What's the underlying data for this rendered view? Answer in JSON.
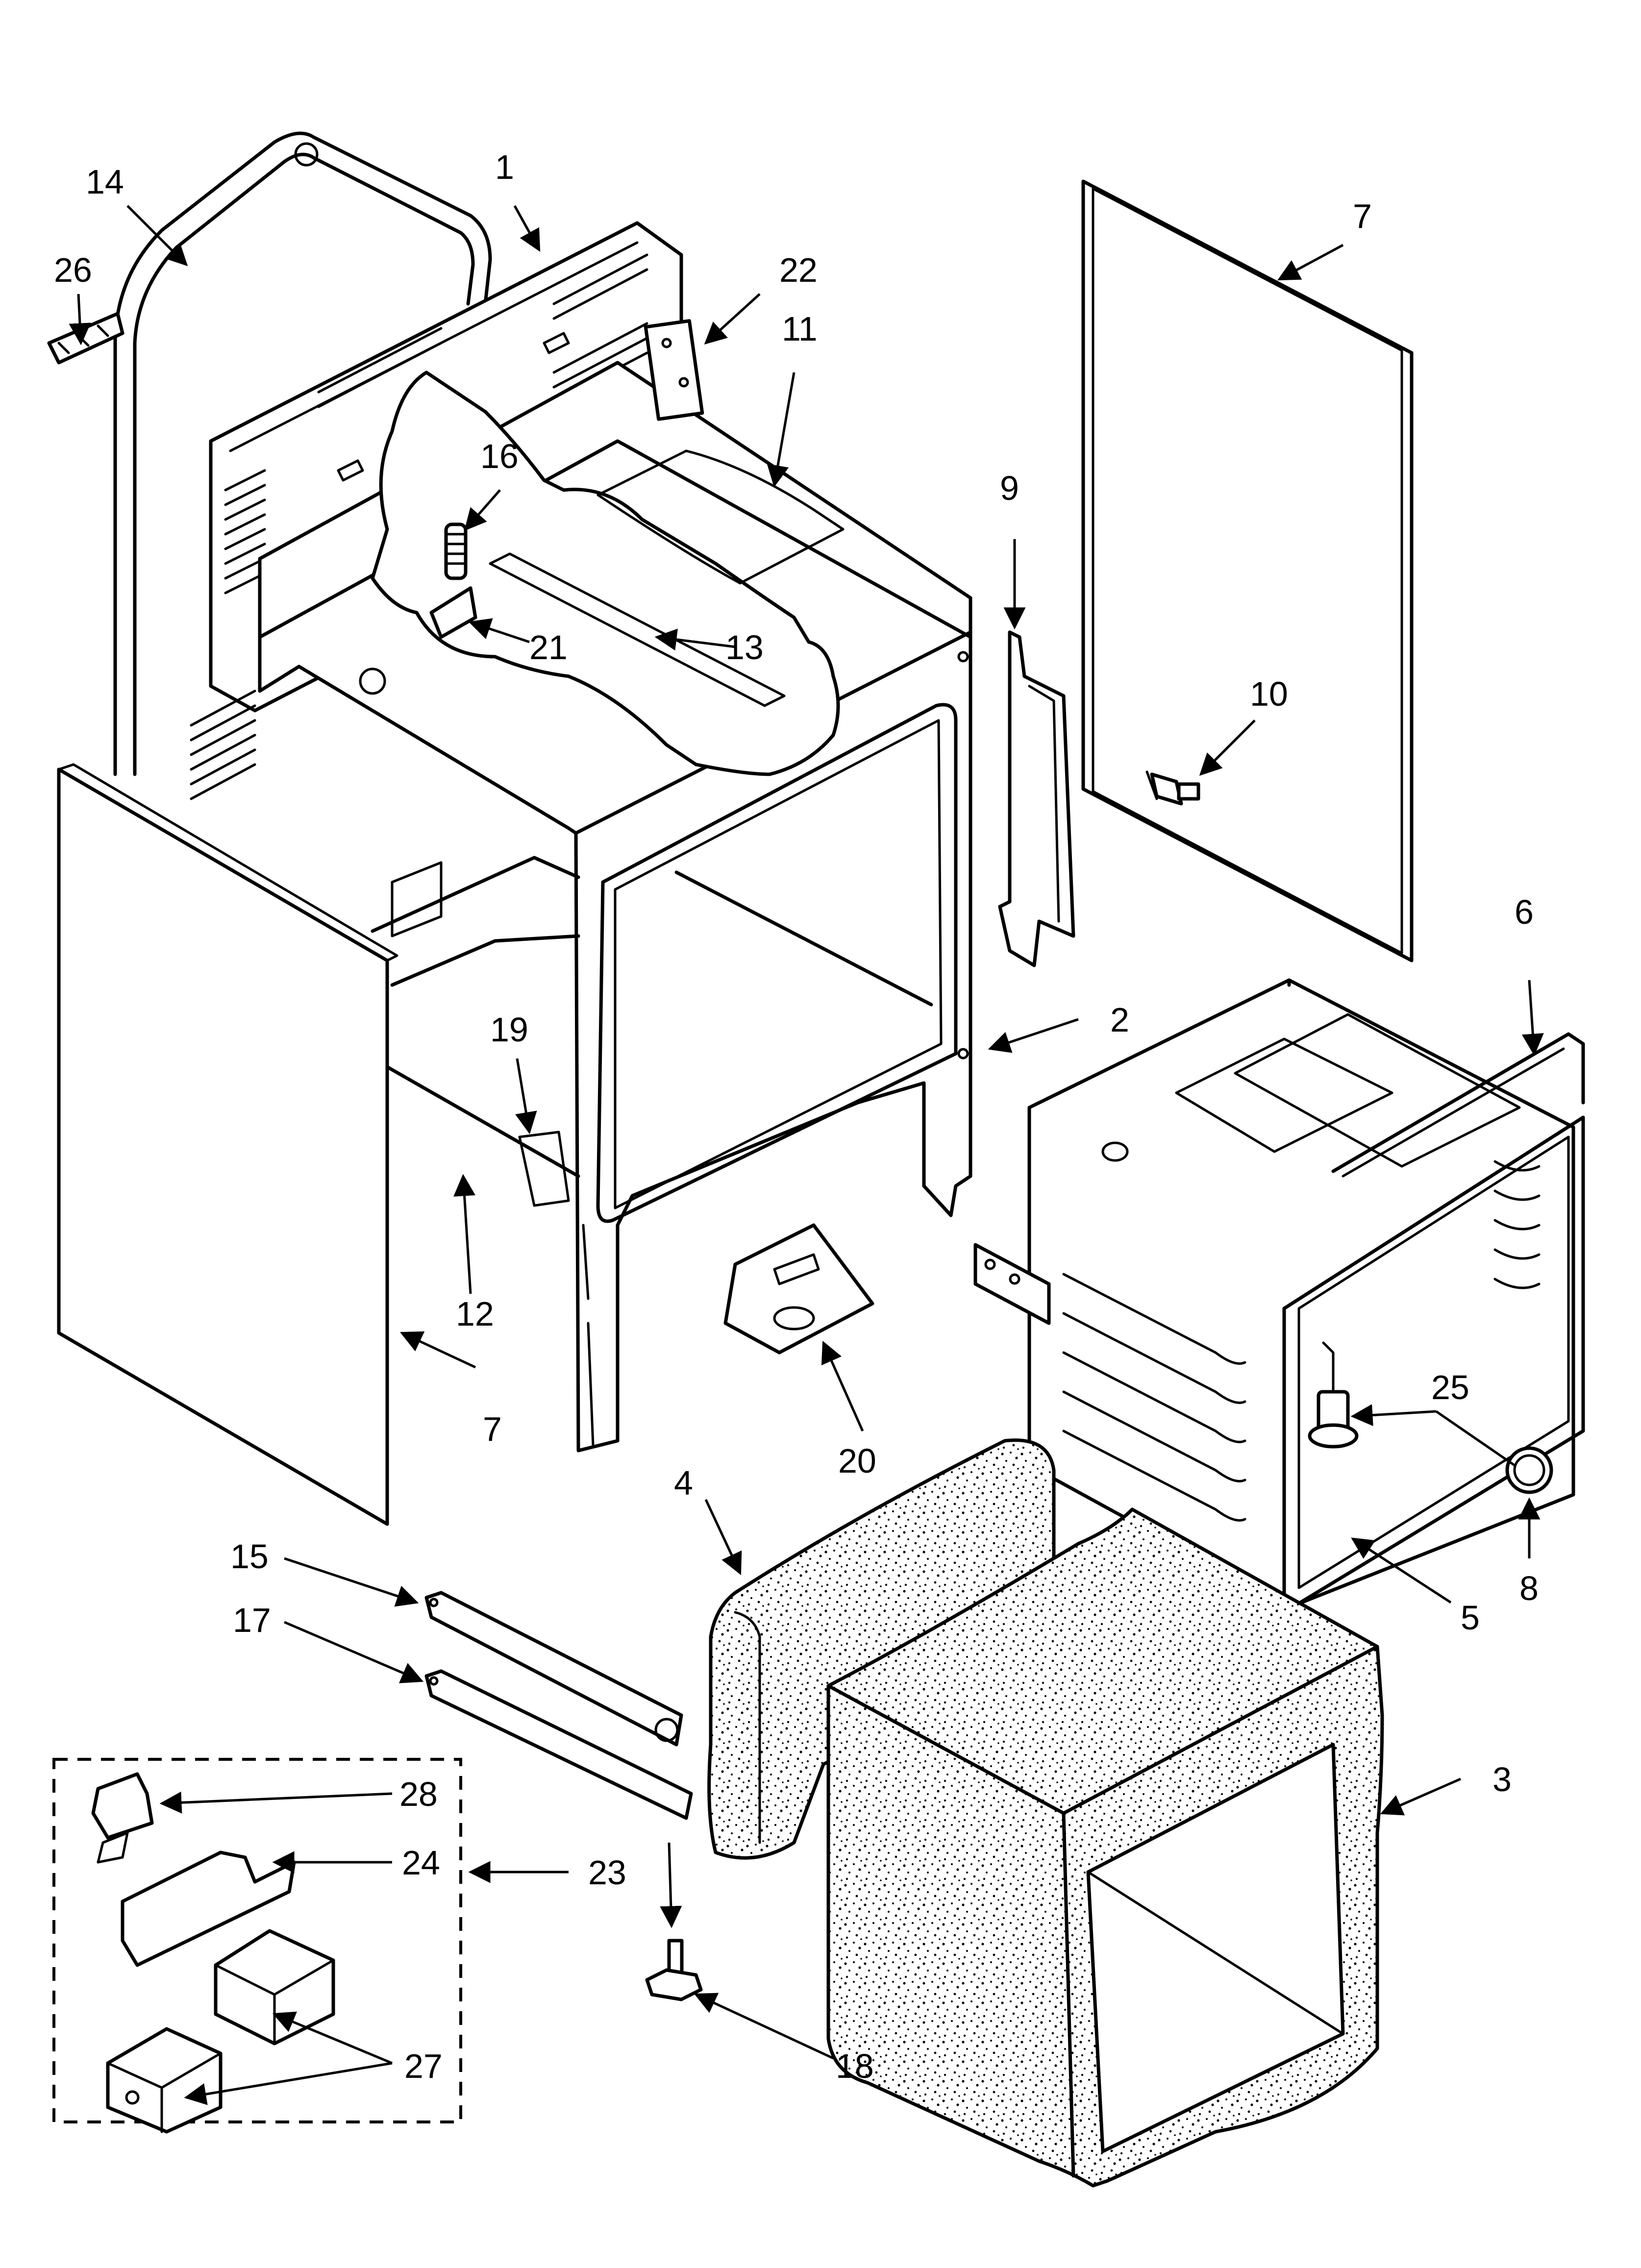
{
  "diagram": {
    "callouts": [
      "1",
      "2",
      "3",
      "4",
      "5",
      "6",
      "7",
      "7",
      "8",
      "9",
      "10",
      "11",
      "12",
      "13",
      "14",
      "15",
      "16",
      "17",
      "18",
      "19",
      "20",
      "21",
      "22",
      "23",
      "24",
      "25",
      "26",
      "27",
      "28"
    ]
  }
}
